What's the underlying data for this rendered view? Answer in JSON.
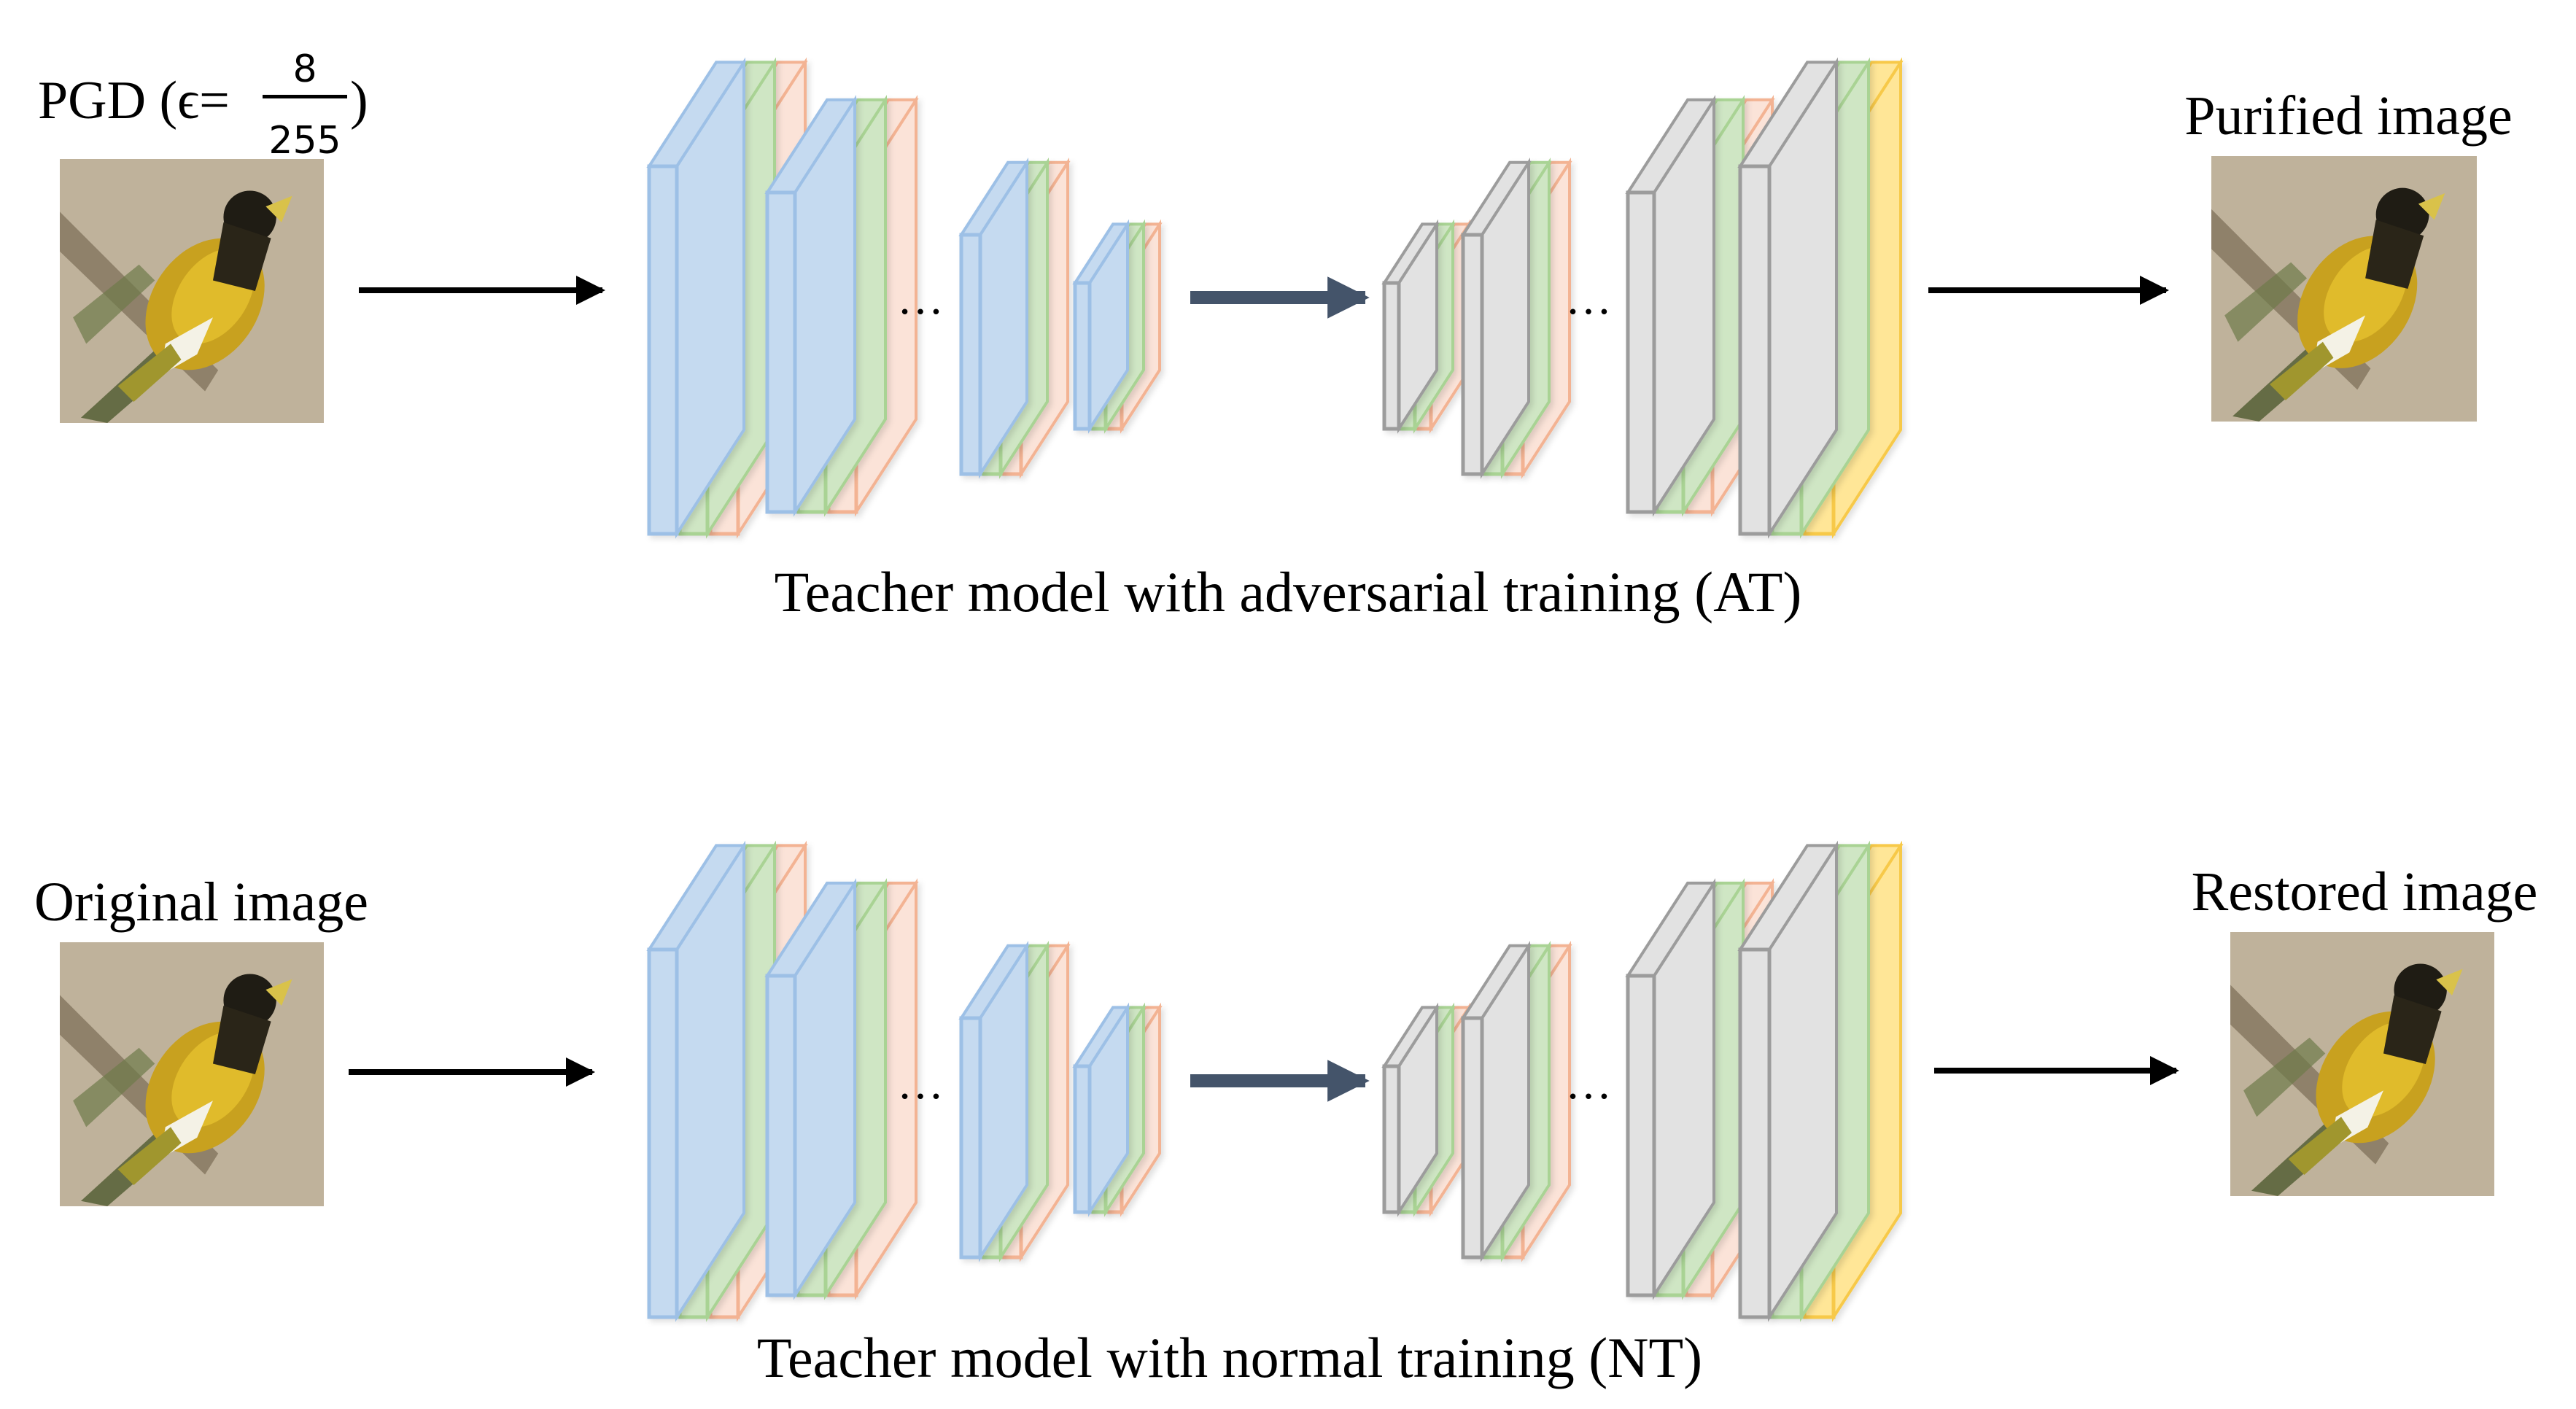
{
  "colors": {
    "blue": "#c5daf0",
    "blue_edge": "#9dc0e6",
    "green": "#cfe6c4",
    "green_edge": "#a9d394",
    "orange": "#fbe3d8",
    "orange_edge": "#f3b393",
    "gray": "#e2e2e2",
    "gray_edge": "#9c9c9c",
    "yellow": "#ffe697",
    "yellow_edge": "#f7c948",
    "arrow_thin": "#000000",
    "arrow_thick": "#44546a"
  },
  "icons": {
    "bird": "bird-photo-icon"
  },
  "top_row": {
    "input_label": {
      "prefix": "PGD (ϵ=",
      "numerator": "8",
      "denominator": "255",
      "suffix": ")"
    },
    "output_label": "Purified image",
    "model_caption": "Teacher model with adversarial training (AT)"
  },
  "bottom_row": {
    "input_label": "Original image",
    "output_label": "Restored image",
    "model_caption": "Teacher model with normal training (NT)"
  },
  "ellipsis": "…"
}
